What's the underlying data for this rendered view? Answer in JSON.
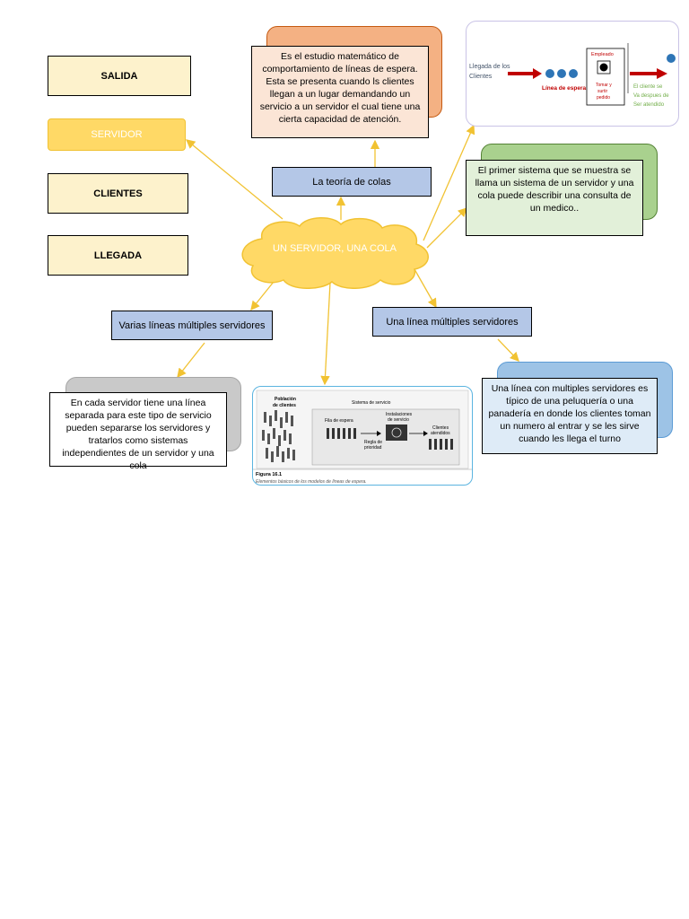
{
  "left_column": {
    "salida": "SALIDA",
    "servidor": "SERVIDOR",
    "clientes": "CLIENTES",
    "llegada": "LLEGADA"
  },
  "center": {
    "cloud_label": "UN SERVIDOR, UNA COLA"
  },
  "nodes": {
    "teoria_colas": "La teoría de colas",
    "varias_lineas": "Varias líneas múltiples servidores",
    "una_linea": "Una línea múltiples servidores"
  },
  "notes": {
    "teoria_desc": "Es el estudio matemático de comportamiento de líneas de espera. Esta se presenta cuando ls clientes llegan a un lugar demandando un servicio a un servidor el cual tiene una cierta capacidad de atención.",
    "primer_sistema": "El primer sistema que se muestra se llama un sistema de un servidor y una cola puede describir una consulta de un medico..",
    "varias_desc": "En cada servidor tiene una línea separada para este tipo de servicio pueden separarse los servidores y tratarlos como sistemas independientes de un servidor y una cola",
    "una_linea_desc": "Una línea con multiples servidores es típico de una peluquería o una panadería en donde los clientes toman un numero al entrar y se les sirve cuando les llega el turno"
  },
  "queue_diagram": {
    "llegada": "Llegada de los Clientes",
    "linea_espera": "Línea de espera",
    "empleado": "Empleado",
    "tomar_pedido": "Tomar y surtir pedido",
    "salida": "El cliente se Va despues de Ser atendido"
  },
  "figure": {
    "poblacion": "Población de clientes",
    "sistema": "Sistema de servicio",
    "fila": "Fila de espera",
    "instalaciones": "Instalaciones de servicio",
    "regla": "Regla de prioridad",
    "atendidos": "Clientes atendidos",
    "caption_title": "Figura 16.1",
    "caption_text": "Elementos básicos de los modelos de líneas de espera."
  },
  "colors": {
    "arrow": "#f1c232",
    "cloud": "#ffd966",
    "queue_blue": "#2e75b6",
    "arrow_red": "#c00000"
  }
}
